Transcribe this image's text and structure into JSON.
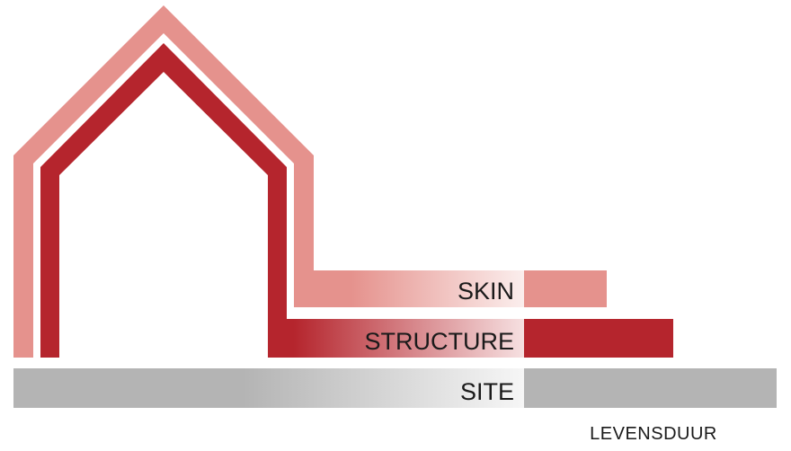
{
  "layers": [
    {
      "key": "skin",
      "label": "SKIN",
      "color": "#e5928d"
    },
    {
      "key": "structure",
      "label": "STRUCTURE",
      "color": "#b5252d"
    },
    {
      "key": "site",
      "label": "SITE",
      "color": "#b4b4b4"
    }
  ],
  "axis_label": "LEVENSDUUR"
}
